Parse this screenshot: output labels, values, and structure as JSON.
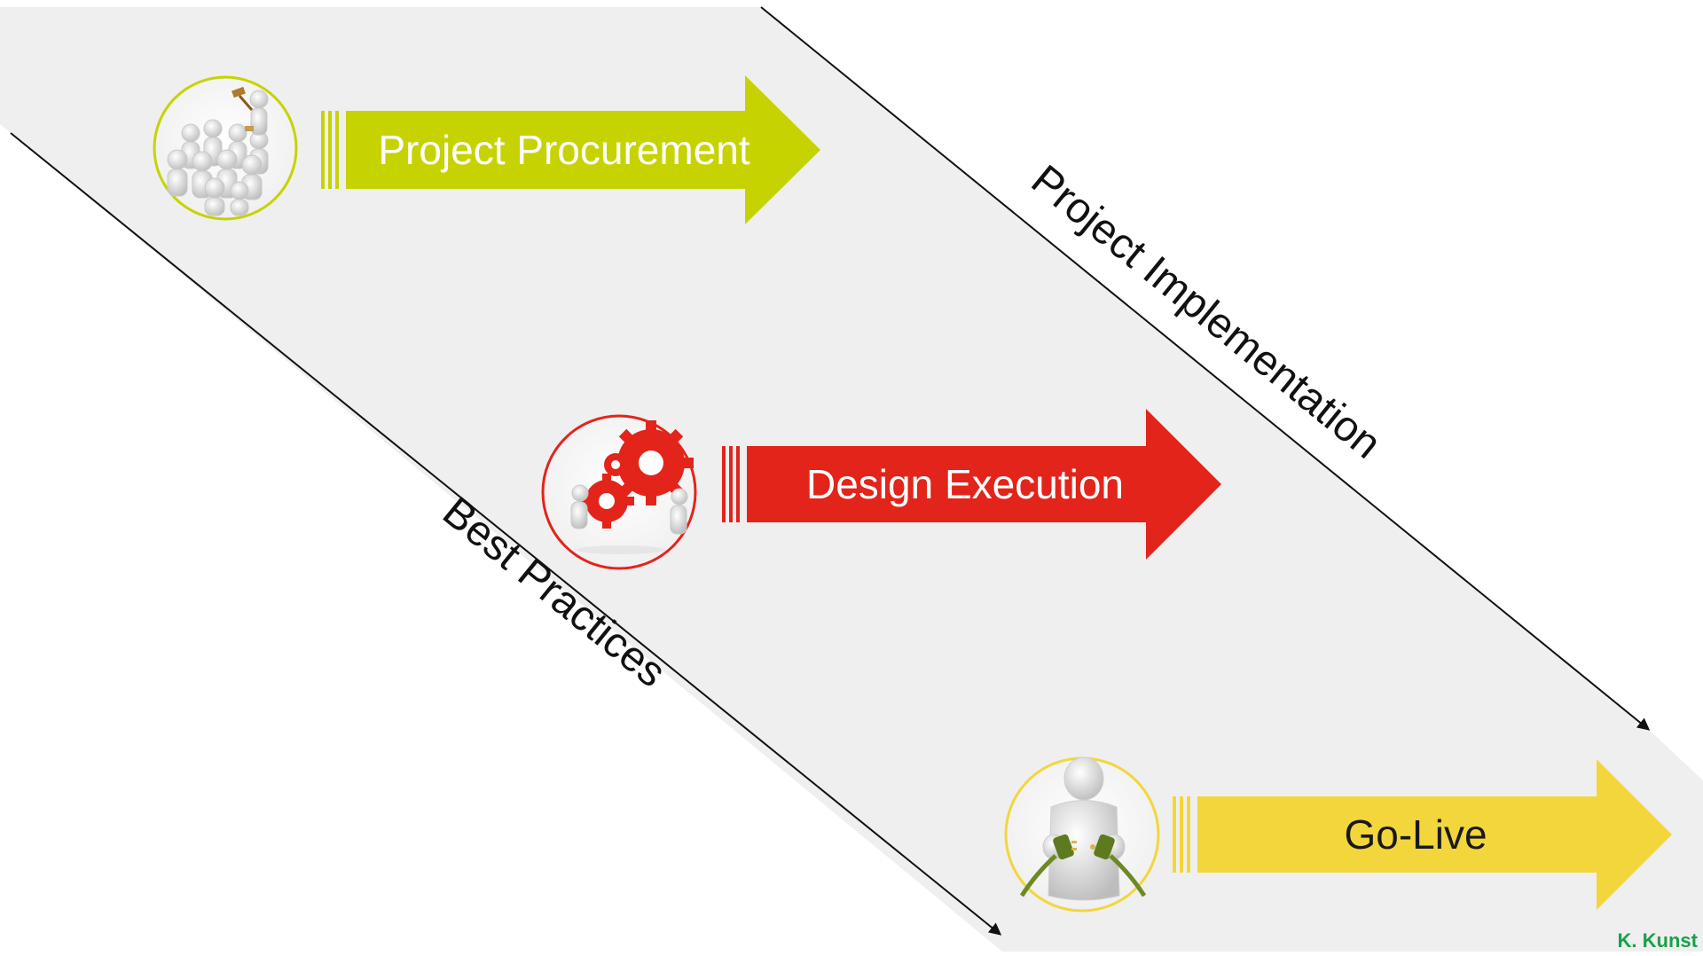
{
  "stages": [
    {
      "label": "Project Procurement",
      "color": "#c6d300",
      "text_color": "#ffffff",
      "icon": "crowd-auction-icon"
    },
    {
      "label": "Design Execution",
      "color": "#e3241b",
      "text_color": "#ffffff",
      "icon": "gears-icon"
    },
    {
      "label": "Go-Live",
      "color": "#f3d63c",
      "text_color": "#1a1a1a",
      "icon": "plug-connect-icon"
    }
  ],
  "diagonals": {
    "top": "Project Implementation",
    "bottom": "Best Practices"
  },
  "author": "K. Kunst",
  "colors": {
    "band": "#efefef",
    "line": "#111111",
    "author": "#1aa04a"
  }
}
